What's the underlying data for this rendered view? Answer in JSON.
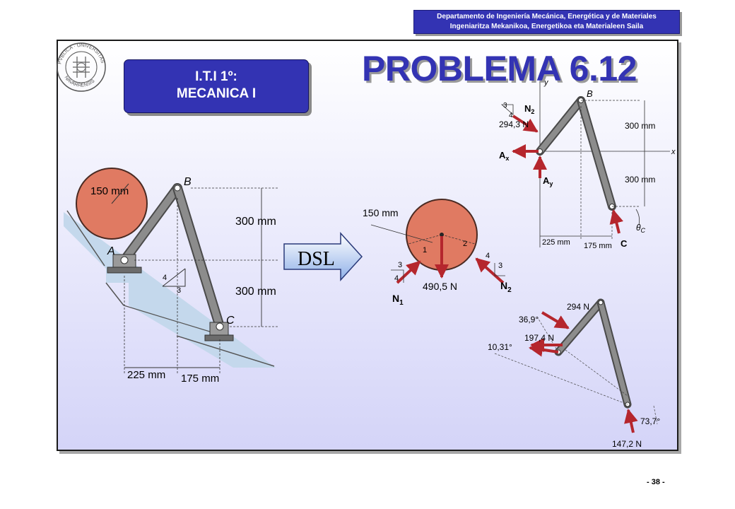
{
  "header": {
    "department_line1": "Departamento de Ingeniería Mecánica, Energética y de Materiales",
    "department_line2": "Ingeniaritza Mekanikoa, Energetikoa eta Materialeen Saila"
  },
  "logo": {
    "text": "PUBLICA UNIVERSITAS NAVARRENSIS"
  },
  "course": {
    "line1": "I.T.I 1º:",
    "line2": "MECANICA I"
  },
  "title": "PROBLEMA 6.12",
  "figure_left": {
    "radius": "150 mm",
    "point_a": "A",
    "point_b": "B",
    "point_c": "C",
    "dim_upper": "300 mm",
    "dim_lower": "300 mm",
    "dim_h1": "225 mm",
    "dim_h2": "175 mm",
    "slope_run": "4",
    "slope_rise": "3"
  },
  "arrow_label": "DSL",
  "figure_disk": {
    "radius": "150 mm",
    "weight": "490,5 N",
    "n1": "N",
    "n1_sub": "1",
    "n2": "N",
    "n2_sub": "2",
    "mark1": "1",
    "mark2": "2",
    "ratio_left_a": "3",
    "ratio_left_b": "4",
    "ratio_right_a": "3",
    "ratio_right_b": "4"
  },
  "figure_rod": {
    "b": "B",
    "c": "C",
    "y_axis": "y",
    "x_axis": "x",
    "n2": "N",
    "n2_sub": "2",
    "force": "294,3 N",
    "ratio_a": "3",
    "ratio_b": "4",
    "ax": "A",
    "ax_sub": "x",
    "ay": "A",
    "ay_sub": "y",
    "dim_upper": "300 mm",
    "dim_lower": "300 mm",
    "dim_h1": "225 mm",
    "dim_h2": "175 mm",
    "theta": "θ",
    "theta_sub": "C"
  },
  "figure_triangle": {
    "f1": "294 N",
    "a1": "36,9°",
    "f2": "197,4 N",
    "a2": "10,31°",
    "a3": "73,7°",
    "f3": "147,2 N"
  },
  "page_number": "- 38 -",
  "colors": {
    "brand_blue": "#3333b3",
    "force_red": "#b5262d",
    "disk_fill": "#e07a62",
    "rod_gray": "#7c7c7c"
  }
}
